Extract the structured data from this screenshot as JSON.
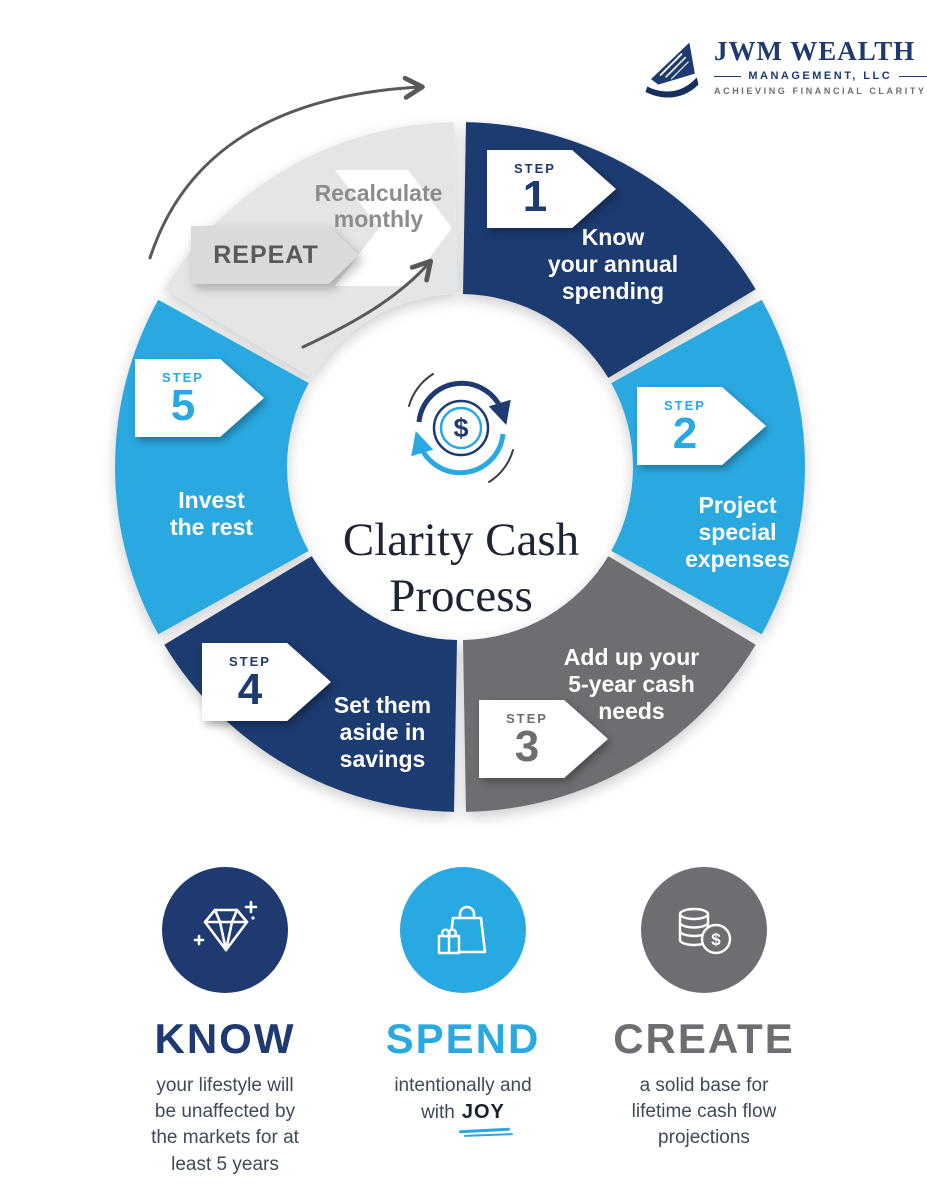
{
  "colors": {
    "navy": "#1f3a70",
    "blue": "#29a9e1",
    "gray": "#6d6e71",
    "light_gray": "#e4e5e7",
    "arrow_gray": "#58595b",
    "white": "#ffffff"
  },
  "logo": {
    "name": "JWM WEALTH",
    "subtitle": "MANAGEMENT, LLC",
    "tagline": "ACHIEVING FINANCIAL CLARITY"
  },
  "icons": {
    "dollar": "$"
  },
  "center": {
    "title": "Clarity Cash\nProcess"
  },
  "repeat": {
    "label": "REPEAT",
    "note": "Recalculate\nmonthly"
  },
  "steps": [
    {
      "badge": "STEP",
      "number": "1",
      "label": "Know\nyour annual\nspending",
      "color": "#1f3a70"
    },
    {
      "badge": "STEP",
      "number": "2",
      "label": "Project\nspecial\nexpenses",
      "color": "#29a9e1"
    },
    {
      "badge": "STEP",
      "number": "3",
      "label": "Add up your\n5-year cash\nneeds",
      "color": "#6d6e71"
    },
    {
      "badge": "STEP",
      "number": "4",
      "label": "Set them\naside in\nsavings",
      "color": "#1f3a70"
    },
    {
      "badge": "STEP",
      "number": "5",
      "label": "Invest\nthe rest",
      "color": "#29a9e1"
    }
  ],
  "outcomes": [
    {
      "title": "KNOW",
      "description": "your lifestyle will\nbe unaffected by\nthe markets for at\nleast 5 years",
      "color": "#1f3a70"
    },
    {
      "title": "SPEND",
      "description": "intentionally and\nwith",
      "highlight": "JOY",
      "color": "#29a9e1"
    },
    {
      "title": "CREATE",
      "description": "a solid base for\nlifetime cash flow\nprojections",
      "color": "#6d6e71"
    }
  ]
}
